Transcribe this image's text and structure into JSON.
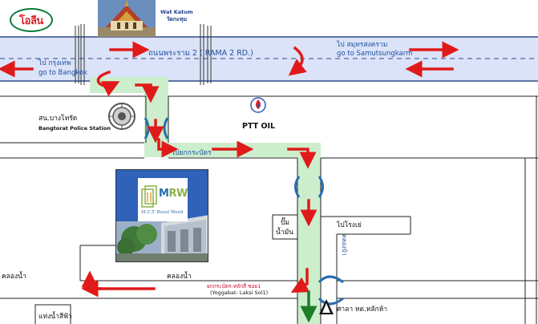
{
  "brand": {
    "name": "โอลีน"
  },
  "temple": {
    "en": "Wat Katum",
    "th": "วัดกะทุม"
  },
  "road": {
    "main": "ถนนพระราม 2 ( RAMA 2 RD.)"
  },
  "directions": {
    "to_bangkok_th": "ไป กรุงเทพ",
    "to_bangkok_en": "go to Bangkok",
    "to_samut_th": "ไป สมุทรสงคราม",
    "to_samut_en": "go to Samutsungkarm",
    "to_kratham": "ไปยกกระบัตร",
    "to_factory": "ไปโรงเย่",
    "water_canal_left": "คลองน้ำ",
    "water_canal_mid": "คลองน้ำ"
  },
  "landmarks": {
    "police_th": "สน.บางโทรัด",
    "police_en": "Bangtorat Police Station",
    "ptt": "PTT OIL",
    "gas_line1": "ปั๊ม",
    "gas_line2": "น้ำมัน",
    "canal_vertical": "คลองบ้า",
    "soi_th": "ยกกระบัตร-หลักสี่ ซอย1",
    "soi_en": "(Yoggabat- Laksi Sol1)",
    "sala": "ศาลา หต.หลักห้า",
    "bottom_left": "แท่งน้ำสีฟ้า"
  },
  "office": {
    "mark_prefix": "M",
    "mark_accent": "RW",
    "sub": "M.C.T. Royal Wood"
  },
  "colors": {
    "highway_band": "#dbe3f8",
    "highway_line": "#2f4a8a",
    "route_highlight": "#cdeecd",
    "arrow_red": "#e01a1a",
    "arrow_green": "#1e7d2a",
    "bridge_blue": "#2a6db0",
    "road_line": "#222222"
  },
  "icons": {
    "police": "police-emblem-icon",
    "ptt": "ptt-flame-icon",
    "north_marker": "north-triangle-icon"
  }
}
